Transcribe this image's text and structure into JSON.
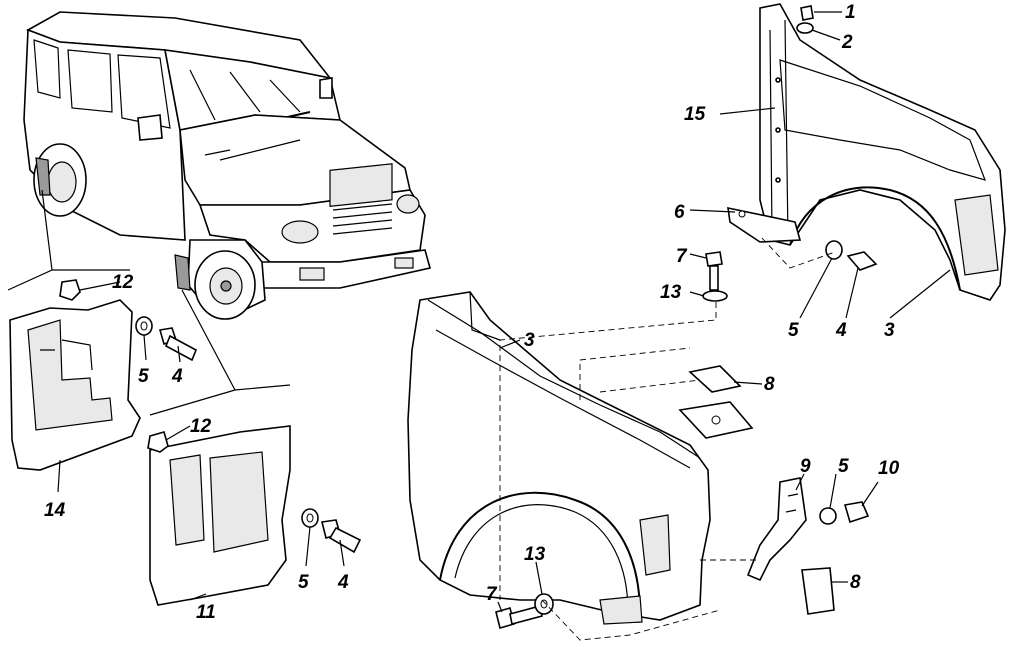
{
  "callouts": {
    "c1": "1",
    "c2": "2",
    "c15": "15",
    "c6": "6",
    "c7_top": "7",
    "c13_top": "13",
    "c5_rear": "5",
    "c4_rear": "4",
    "c3_rear": "3",
    "c3_front": "3",
    "c8_top": "8",
    "c9": "9",
    "c5_bracket": "5",
    "c10": "10",
    "c8_bottom": "8",
    "c13_bottom": "13",
    "c7_bottom": "7",
    "c12_left": "12",
    "c5_left": "5",
    "c4_left": "4",
    "c14": "14",
    "c12_center": "12",
    "c5_center": "5",
    "c4_center": "4",
    "c11": "11"
  }
}
